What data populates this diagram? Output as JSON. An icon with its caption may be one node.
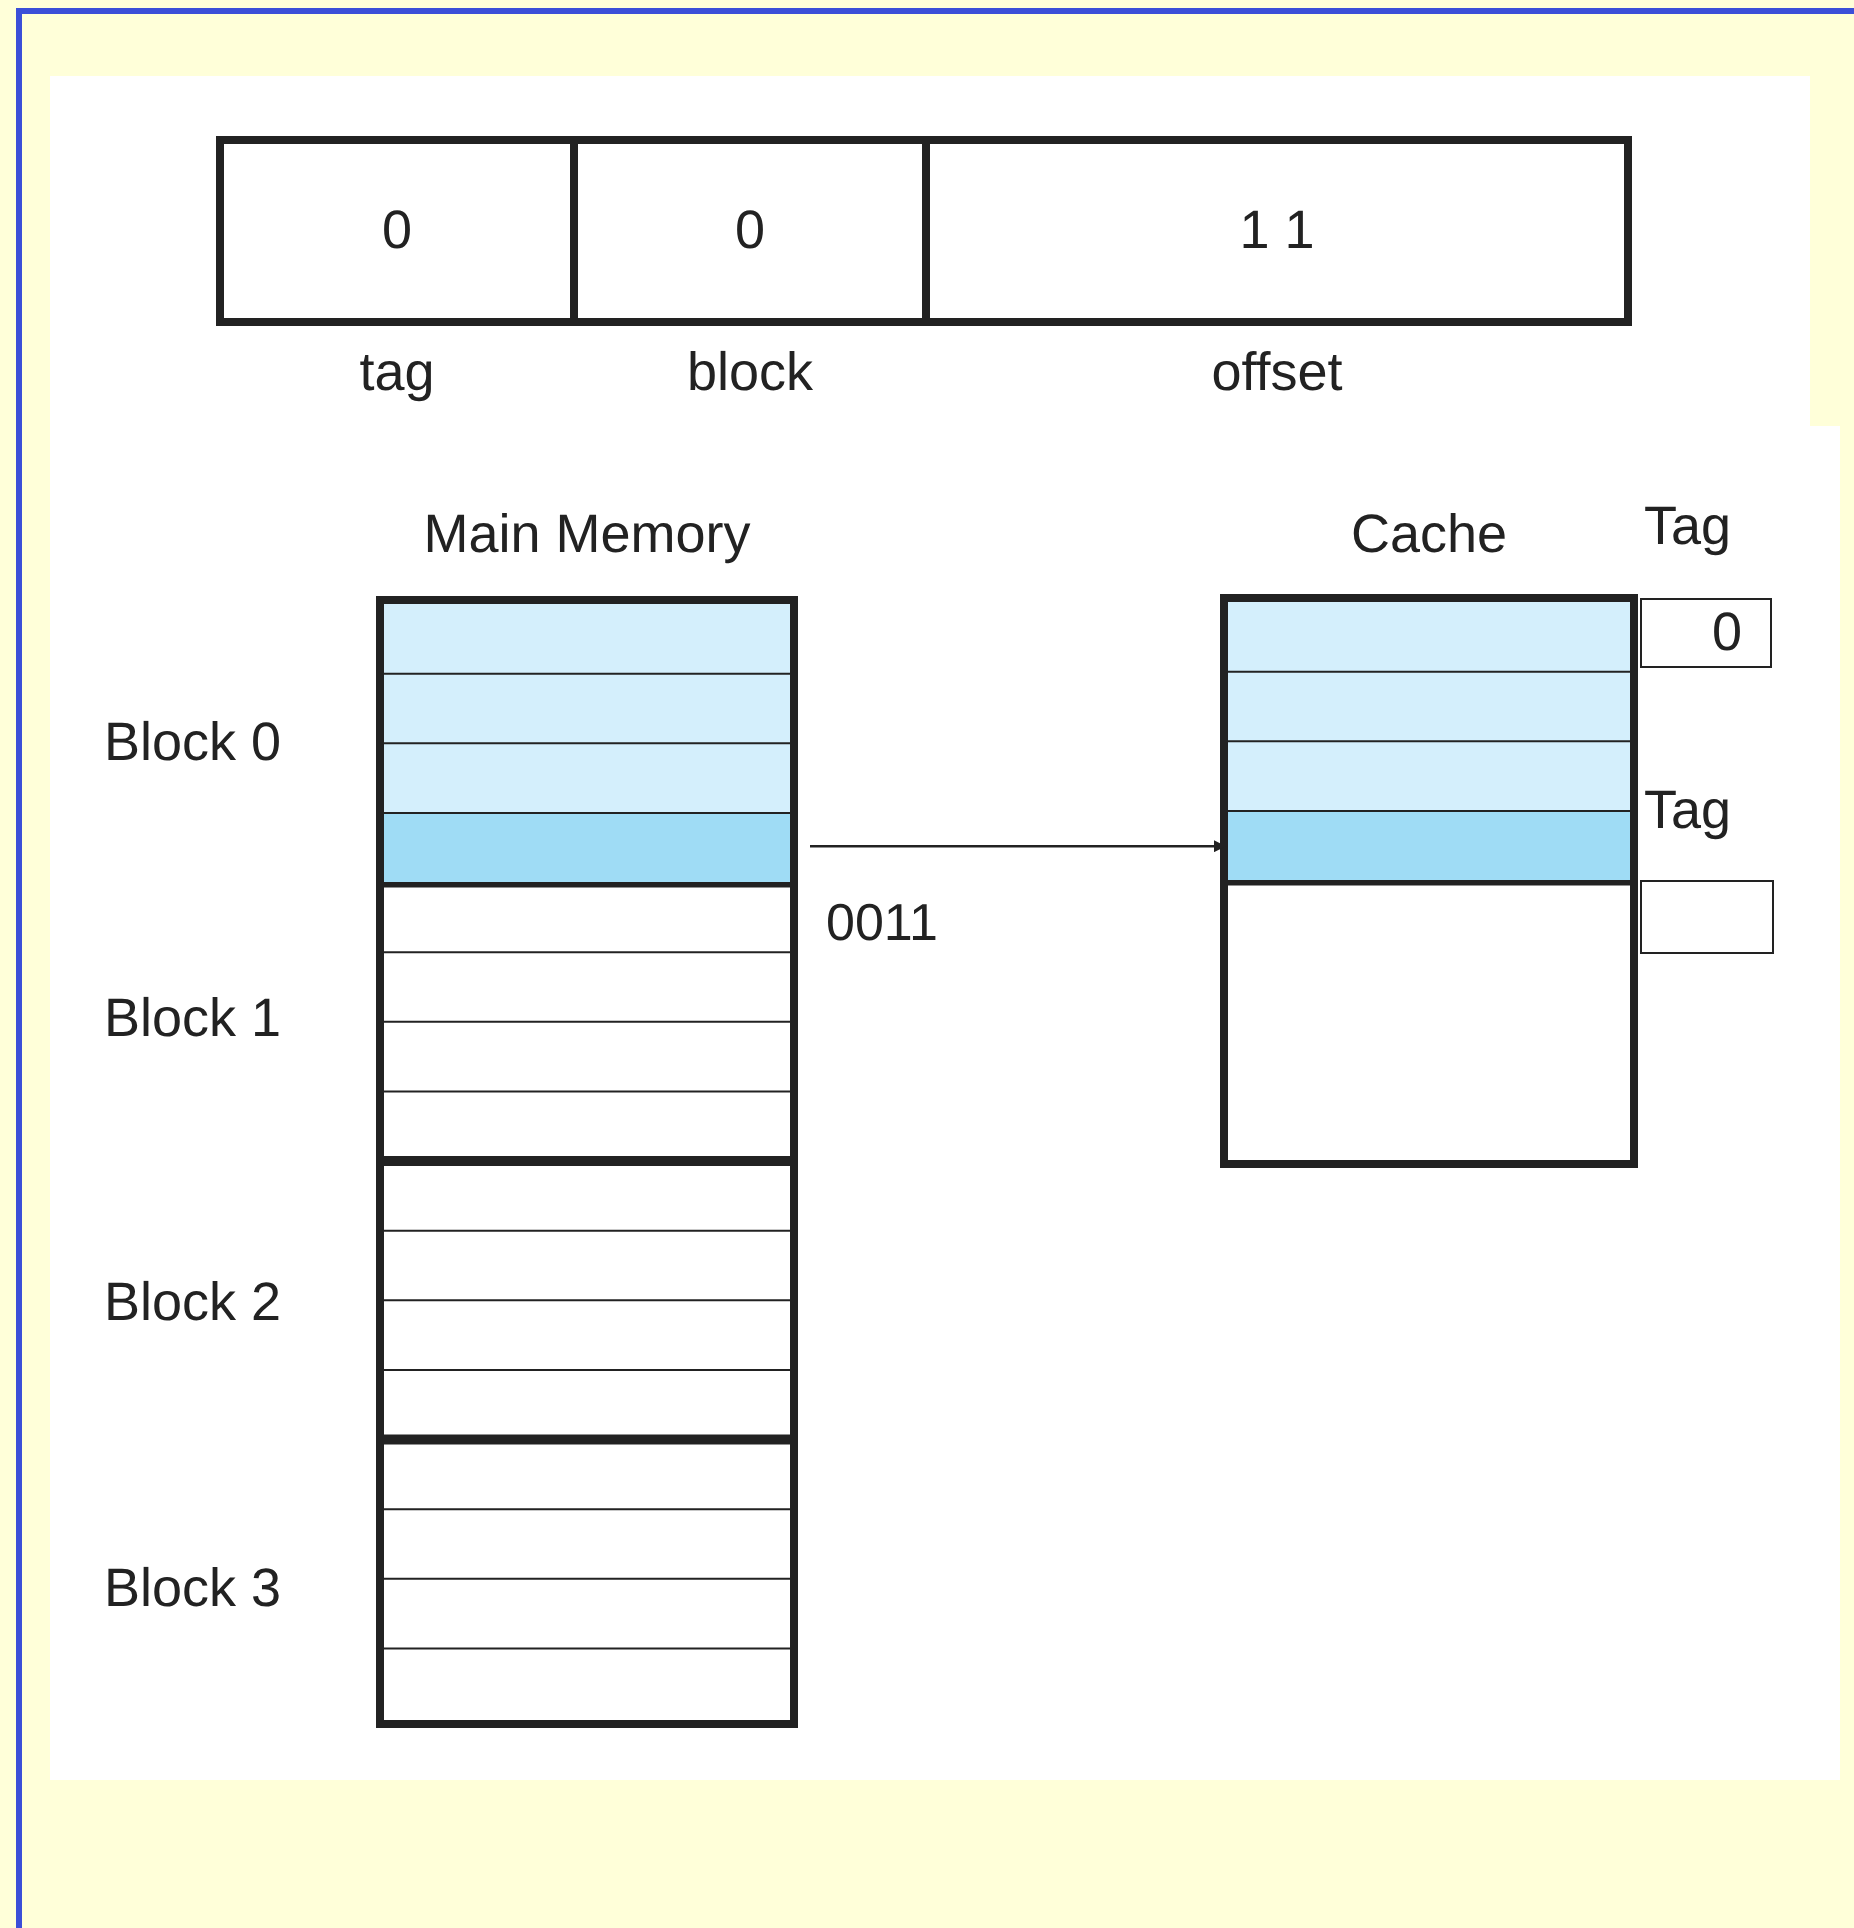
{
  "diagram": {
    "nodes": [
      {
        "text": [
          "0"
        ],
        "beside": [
          "tag"
        ]
      },
      {
        "text": [
          "0"
        ],
        "beside": [
          "block"
        ]
      },
      {
        "text": [
          "1 1"
        ],
        "beside": [
          "offset"
        ]
      },
      {
        "text": [
          "Main Memory"
        ]
      },
      {
        "text": [],
        "shape": "bar",
        "in": 3
      },
      {
        "text": [
          "Cache"
        ]
      },
      {
        "text": [],
        "shape": "bar",
        "in": 5
      },
      {
        "text": [
          "Tag",
          "0"
        ]
      },
      {
        "text": [
          "Tag"
        ]
      }
    ],
    "edges": [
      {
        "from": 4,
        "to": 6,
        "arrow": "to",
        "label": "0011"
      }
    ],
    "labels": [
      "Block 0",
      "Block 1",
      "Block 2",
      "Block 3"
    ]
  }
}
